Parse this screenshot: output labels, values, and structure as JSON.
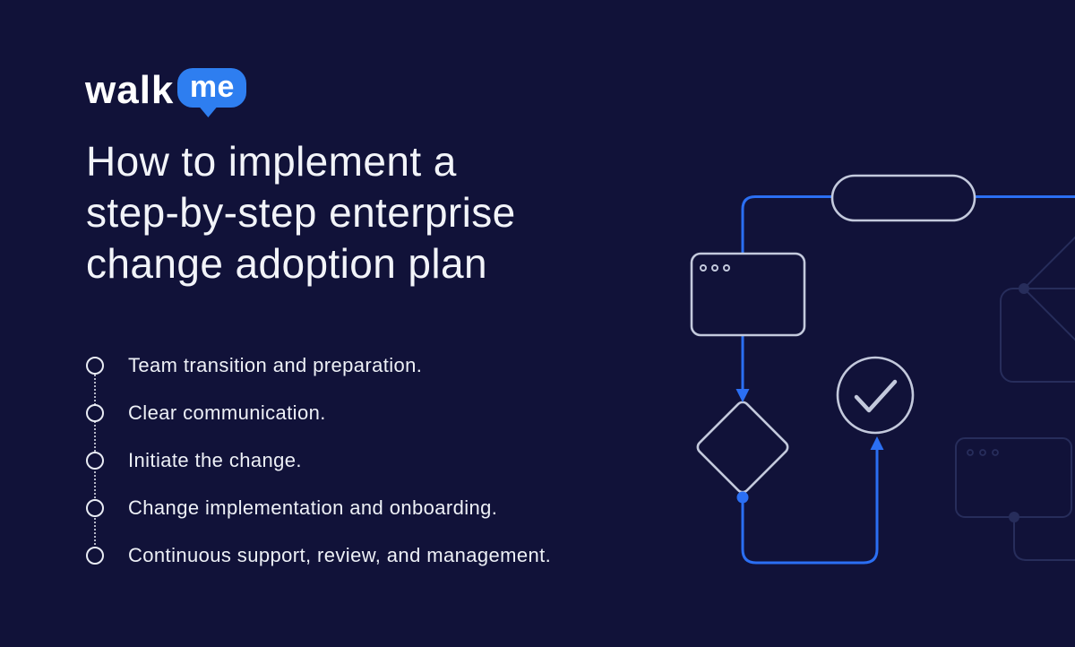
{
  "theme": {
    "background": "#111239",
    "accent_blue": "#2B6FF3",
    "logo_bubble_blue": "#2E7EF0",
    "outline_gray": "#C3C9DC",
    "faint_outline": "#272D5B",
    "text_primary": "#F2F4F9"
  },
  "logo": {
    "walk": "walk",
    "me": "me"
  },
  "header": {
    "title_lines": [
      "How to implement a",
      "step-by-step enterprise",
      "change adoption plan"
    ]
  },
  "checklist": {
    "items": [
      "Team transition and preparation.",
      "Clear communication.",
      "Initiate the change.",
      "Change implementation and onboarding.",
      "Continuous support, review, and management."
    ]
  },
  "illustration": {
    "icons": [
      "start-pill-node",
      "browser-window-node",
      "down-arrow-icon",
      "decision-diamond-node",
      "check-circle-icon",
      "checkmark-icon",
      "up-arrow-icon",
      "faint-browser-window-node",
      "faint-diamond-node",
      "faint-rounded-rect-node"
    ]
  }
}
